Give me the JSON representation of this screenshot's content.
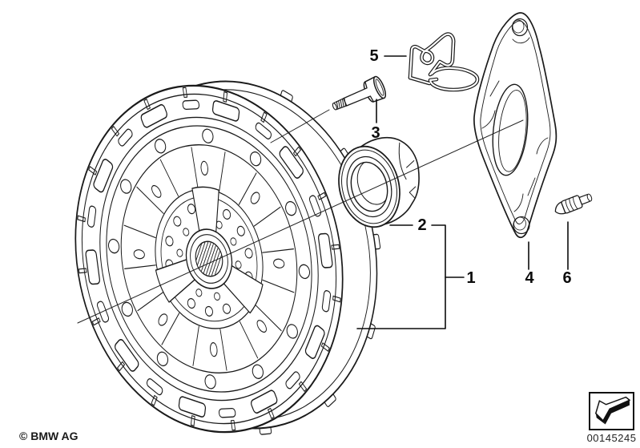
{
  "colors": {
    "background": "#ffffff",
    "line": "#1a1a1a",
    "label": "#0c0c0c"
  },
  "callouts": {
    "item1": {
      "label": "1"
    },
    "item2": {
      "label": "2"
    },
    "item3": {
      "label": "3"
    },
    "item4": {
      "label": "4"
    },
    "item5": {
      "label": "5"
    },
    "item6": {
      "label": "6"
    }
  },
  "footer": {
    "copyright": "© BMW AG"
  },
  "stamp": {
    "part_number": "00145245",
    "icon": "arrow-down-left-3d-icon"
  }
}
